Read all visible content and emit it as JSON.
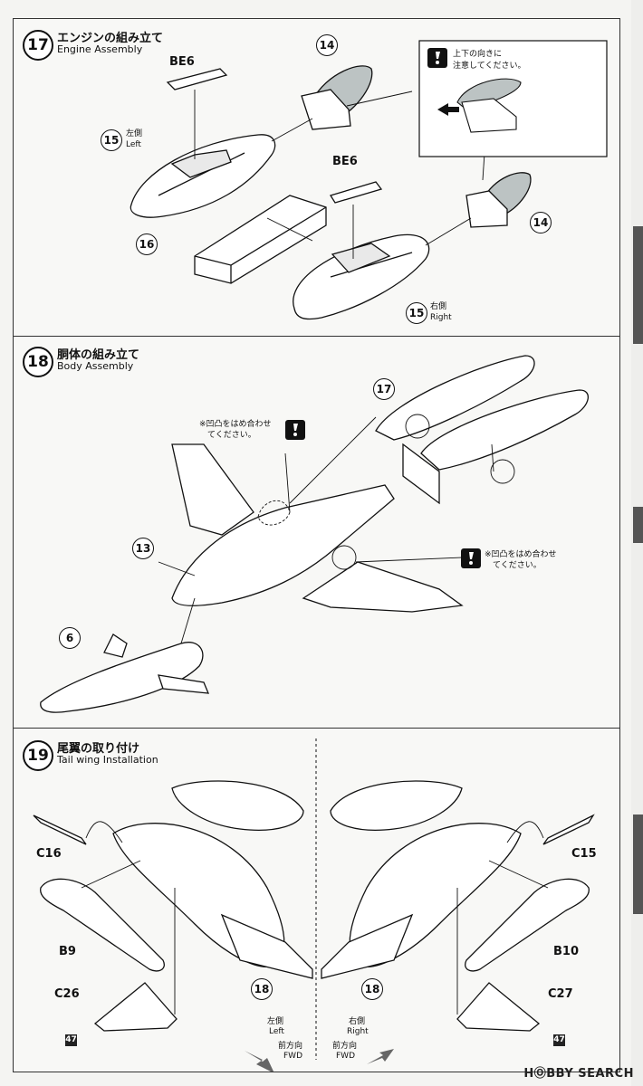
{
  "steps": [
    {
      "num": "17",
      "title_jp": "エンジンの組み立て",
      "title_en": "Engine Assembly"
    },
    {
      "num": "18",
      "title_jp": "胴体の組み立て",
      "title_en": "Body Assembly"
    },
    {
      "num": "19",
      "title_jp": "尾翼の取り付け",
      "title_en": "Tail wing Installation"
    }
  ],
  "step17": {
    "part_be6_a": "BE6",
    "part_be6_b": "BE6",
    "part_14_a": "14",
    "part_14_b": "14",
    "part_15_a": "15",
    "part_15_b": "15",
    "part_16": "16",
    "left_jp": "左側",
    "left_en": "Left",
    "right_jp": "右側",
    "right_en": "Right",
    "note_line1": "上下の向きに",
    "note_line2": "注意してください。"
  },
  "step18": {
    "part_17": "17",
    "part_13": "13",
    "part_6": "6",
    "note1_line1": "※凹凸をはめ合わせ",
    "note1_line2": "てください。",
    "note2_line1": "※凹凸をはめ合わせ",
    "note2_line2": "てください。"
  },
  "step19": {
    "c16": "C16",
    "c15": "C15",
    "b9": "B9",
    "b10": "B10",
    "c26": "C26",
    "c27": "C27",
    "part_18_a": "18",
    "part_18_b": "18",
    "badge_a": "47",
    "badge_b": "47",
    "left_jp": "左側",
    "left_en": "Left",
    "right_jp": "右側",
    "right_en": "Right",
    "fwd_jp_a": "前方向",
    "fwd_en_a": "FWD",
    "fwd_jp_b": "前方向",
    "fwd_en_b": "FWD"
  },
  "watermark": "HⓄBBY SEARCH"
}
